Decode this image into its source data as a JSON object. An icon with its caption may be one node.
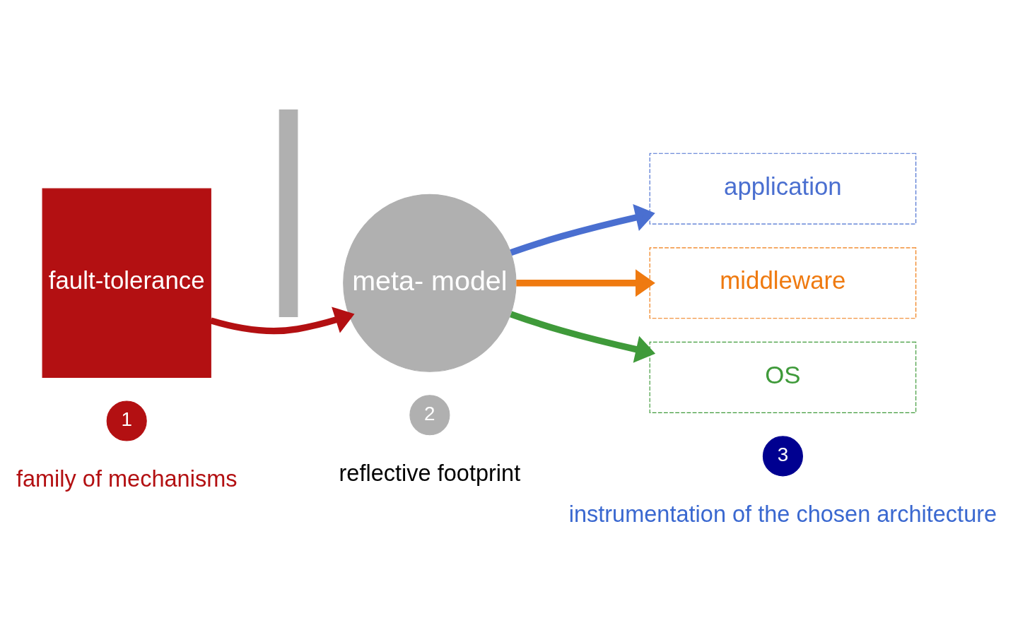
{
  "diagram": {
    "nodes": [
      {
        "text": [
          "fault-tolerance"
        ]
      },
      {
        "text": [],
        "shape": "bar"
      },
      {
        "text": [
          "meta- model"
        ]
      },
      {
        "text": [
          "application"
        ]
      },
      {
        "text": [
          "middleware"
        ]
      },
      {
        "text": [
          "OS"
        ]
      },
      {
        "text": [
          "1"
        ],
        "beside": [
          "family of mechanisms"
        ]
      },
      {
        "text": [
          "2"
        ],
        "beside": [
          "reflective footprint"
        ]
      },
      {
        "text": [
          "3"
        ],
        "beside": [
          "instrumentation of the chosen architecture"
        ]
      }
    ],
    "edges": [
      {
        "from": 0,
        "to": 2,
        "arrow": "to",
        "color": "#b31012"
      },
      {
        "from": 2,
        "to": 3,
        "arrow": "to",
        "color": "#4a6fd0"
      },
      {
        "from": 2,
        "to": 4,
        "arrow": "to",
        "color": "#ef7a10"
      },
      {
        "from": 2,
        "to": 5,
        "arrow": "to",
        "color": "#3f9a3a"
      }
    ]
  }
}
